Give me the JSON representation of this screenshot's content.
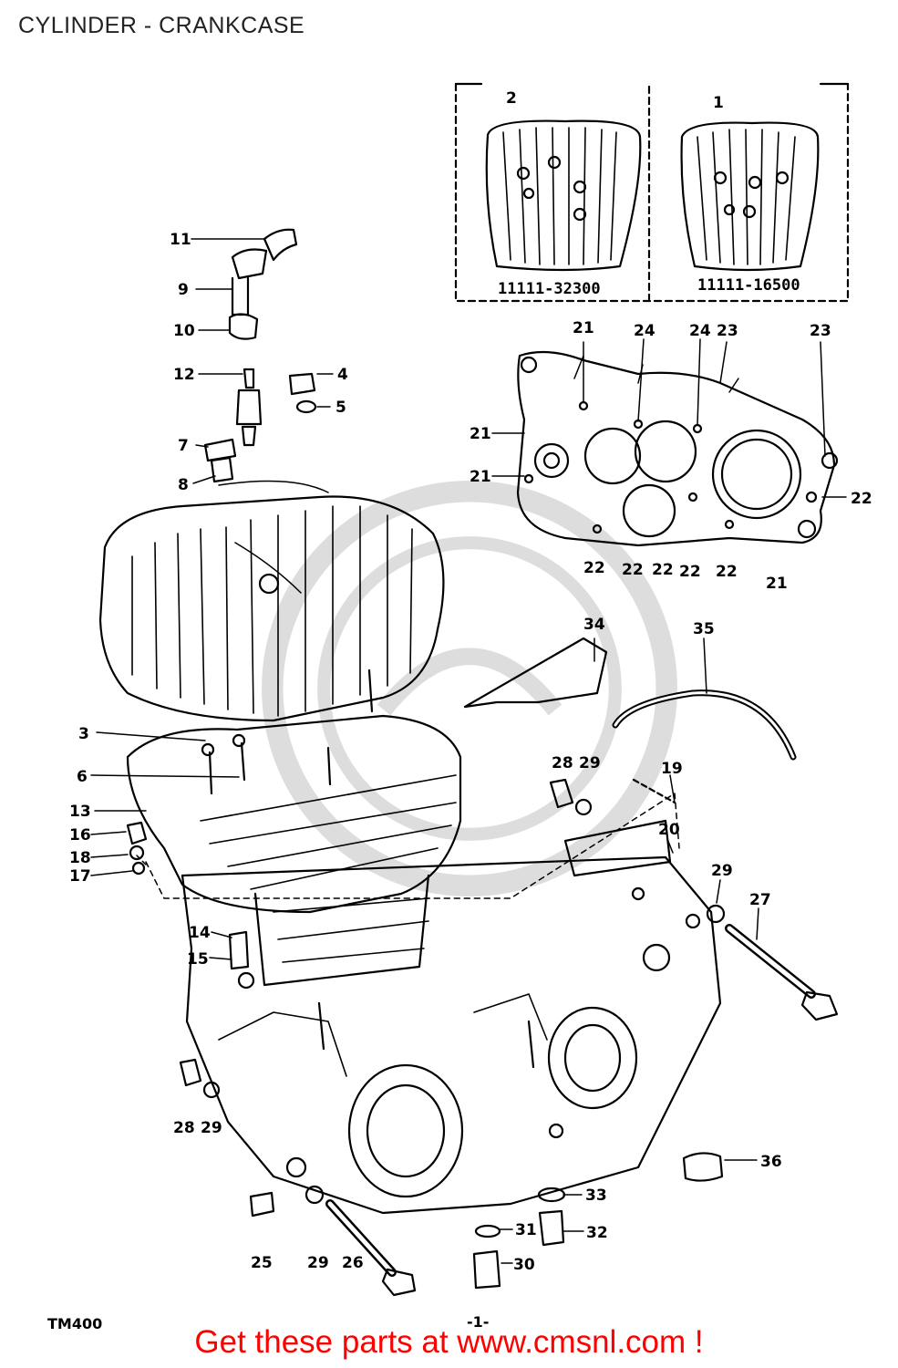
{
  "title": "CYLINDER - CRANKCASE",
  "model_code": "TM400",
  "page_number": "-1-",
  "footer": "Get these parts at www.cmsnl.com !",
  "inset_parts": [
    {
      "ref": "2",
      "part_number": "11111-32300"
    },
    {
      "ref": "1",
      "part_number": "11111-16500"
    }
  ],
  "callouts": {
    "c1": "1",
    "c2": "2",
    "c3": "3",
    "c4": "4",
    "c5": "5",
    "c6": "6",
    "c7": "7",
    "c8": "8",
    "c9": "9",
    "c10": "10",
    "c11": "11",
    "c12": "12",
    "c13": "13",
    "c14": "14",
    "c15": "15",
    "c16": "16",
    "c17": "17",
    "c18": "18",
    "c19": "19",
    "c20": "20",
    "c21": "21",
    "c22": "22",
    "c23": "23",
    "c24": "24",
    "c25": "25",
    "c26": "26",
    "c27": "27",
    "c28": "28",
    "c29": "29",
    "c30": "30",
    "c31": "31",
    "c32": "32",
    "c33": "33",
    "c34": "34",
    "c35": "35",
    "c36": "36"
  },
  "colors": {
    "footer": "#ff0000",
    "line": "#000000"
  }
}
